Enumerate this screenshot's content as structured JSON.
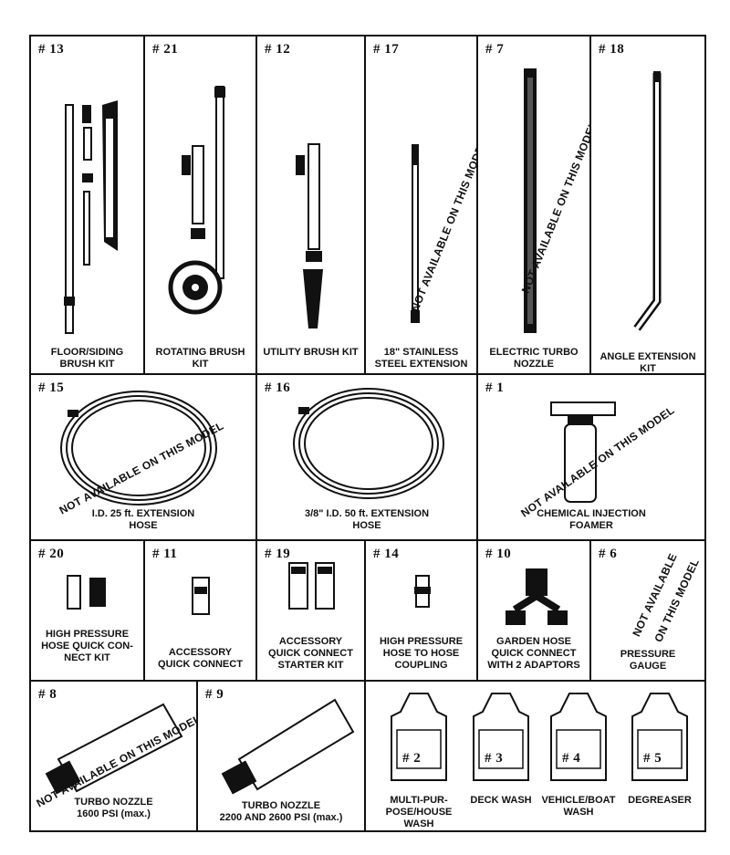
{
  "items": [
    {
      "num": "# 13",
      "caption": [
        "FLOOR/SIDING",
        "BRUSH KIT"
      ]
    },
    {
      "num": "# 21",
      "caption": [
        "ROTATING BRUSH",
        "KIT"
      ]
    },
    {
      "num": "# 12",
      "caption": [
        "UTILITY BRUSH KIT"
      ]
    },
    {
      "num": "# 17",
      "caption": [
        "18\" STAINLESS",
        "STEEL EXTENSION"
      ],
      "note": "NOT AVAILABLE ON THIS MODEL"
    },
    {
      "num": "# 7",
      "caption": [
        "ELECTRIC TURBO",
        "NOZZLE"
      ],
      "note": "NOT AVAILABLE ON THIS MODEL"
    },
    {
      "num": "# 18",
      "caption": [
        "ANGLE EXTENSION",
        "KIT"
      ]
    },
    {
      "num": "# 15",
      "caption": [
        "I.D. 25 ft. EXTENSION",
        "HOSE"
      ],
      "note": "NOT AVAILABLE ON THIS MODEL"
    },
    {
      "num": "# 16",
      "caption": [
        "3/8\" I.D. 50 ft. EXTENSION",
        "HOSE"
      ]
    },
    {
      "num": "# 1",
      "caption": [
        "CHEMICAL INJECTION",
        "FOAMER"
      ],
      "note": "NOT AVAILABLE ON THIS MODEL"
    },
    {
      "num": "# 20",
      "caption": [
        "HIGH PRESSURE",
        "HOSE QUICK CON-",
        "NECT KIT"
      ]
    },
    {
      "num": "# 11",
      "caption": [
        "ACCESSORY",
        "QUICK CONNECT"
      ]
    },
    {
      "num": "# 19",
      "caption": [
        "ACCESSORY",
        "QUICK CONNECT",
        "STARTER KIT"
      ]
    },
    {
      "num": "# 14",
      "caption": [
        "HIGH PRESSURE",
        "HOSE TO HOSE",
        "COUPLING"
      ]
    },
    {
      "num": "# 10",
      "caption": [
        "GARDEN HOSE",
        "QUICK CONNECT",
        "WITH 2 ADAPTORS"
      ]
    },
    {
      "num": "# 6",
      "caption": [
        "PRESSURE",
        "GAUGE"
      ],
      "note": "NOT AVAILABLE ON THIS MODEL"
    },
    {
      "num": "# 8",
      "caption": [
        "TURBO NOZZLE",
        "1600 PSI (max.)"
      ],
      "note": "NOT AVAILABLE ON THIS MODEL"
    },
    {
      "num": "# 9",
      "caption": [
        "TURBO NOZZLE",
        "2200 AND 2600 PSI (max.)"
      ]
    }
  ],
  "jugs": [
    {
      "num": "# 2",
      "caption": [
        "MULTI-PUR-",
        "POSE/HOUSE",
        "WASH"
      ]
    },
    {
      "num": "# 3",
      "caption": [
        "DECK WASH"
      ]
    },
    {
      "num": "# 4",
      "caption": [
        "VEHICLE/BOAT",
        "WASH"
      ]
    },
    {
      "num": "# 5",
      "caption": [
        "DEGREASER"
      ]
    }
  ],
  "note_6a": "NOT AVAILABLE",
  "note_6b": "ON THIS MODEL"
}
